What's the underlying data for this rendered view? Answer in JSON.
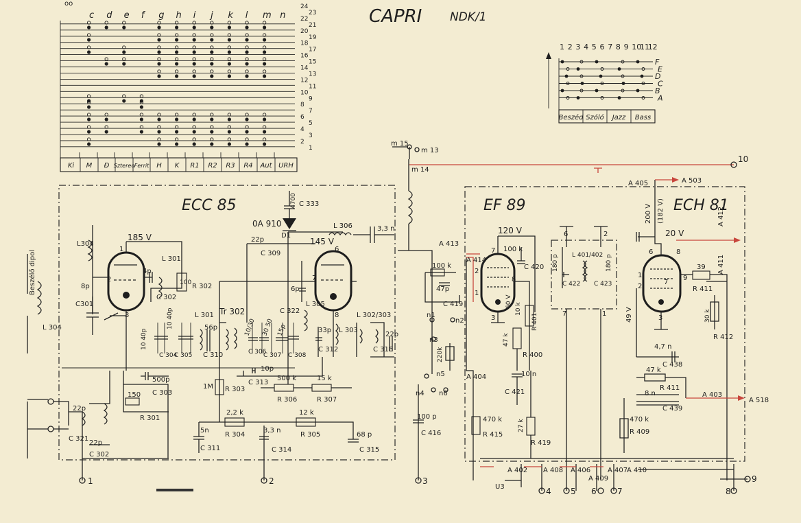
{
  "title": {
    "main": "CAPRI",
    "model": "NDK/1"
  },
  "colors": {
    "paper": "#f3ecd2",
    "ink": "#1e1e1e",
    "red": "#c8463c"
  },
  "switch_matrix": {
    "top_letters": [
      "c",
      "d",
      "e",
      "f",
      "g",
      "h",
      "i",
      "j",
      "k",
      "l",
      "m",
      "n"
    ],
    "right_numbers": [
      "24",
      "23",
      "22",
      "21",
      "20",
      "19",
      "18",
      "17",
      "16",
      "15",
      "14",
      "13",
      "12",
      "11",
      "10",
      "9",
      "8",
      "7",
      "6",
      "5",
      "4",
      "3",
      "2",
      "1"
    ],
    "buttons": [
      "Ki",
      "M",
      "Ð",
      "Sztereo",
      "Ferrit",
      "H",
      "K",
      "R1",
      "R2",
      "R3",
      "R4",
      "Aut",
      "URH"
    ]
  },
  "tone_matrix": {
    "numbers": [
      "1",
      "2",
      "3",
      "4",
      "5",
      "6",
      "7",
      "8",
      "9",
      "10",
      "11",
      "12"
    ],
    "rows": [
      "F",
      "E",
      "D",
      "C",
      "B",
      "A"
    ],
    "buttons": [
      "Beszéd",
      "Szóló",
      "Jazz",
      "Bass"
    ]
  },
  "tubes": {
    "t1": "ECC 85",
    "t2": "EF 89",
    "t3": "ECH 81"
  },
  "labels": {
    "dipol": "Beszélő dipol",
    "l304": "L 304",
    "l304b": "L304",
    "c301": "C301",
    "p8": "8p",
    "v185": "185 V",
    "p4": "4p",
    "c302": "C 302",
    "l301": "L 301",
    "r100": "100",
    "r302": "R 302",
    "p22": "22p",
    "c301b": "C 321",
    "p22b": "22p",
    "c302b": "C 302",
    "c500": "500p",
    "c303": "C 303",
    "r150": "150",
    "r301": "R 301",
    "p10_40": "10 40p",
    "c304": "C 304",
    "c305": "C 305",
    "p10_40b": "10 40p",
    "l301b": "L 301",
    "p56": "56p",
    "c310": "C 310",
    "tr302": "Tr 302",
    "c306": "C 306",
    "c307": "C 307",
    "c308": "C 308",
    "p10_30": "10/30",
    "p30_50": "30 50",
    "p15": "15p",
    "r1m": "1M",
    "r303": "R 303",
    "p10": "10p",
    "c313": "C 313",
    "r500k": "500 k",
    "r306": "R 306",
    "r15k": "15 k",
    "r307": "R 307",
    "n5": "5n",
    "c311": "C 311",
    "r2k2": "2,2 k",
    "r304": "R 304",
    "n33": "3,3 n",
    "c314": "C 314",
    "r12k": "12 k",
    "r305": "R 305",
    "p68": "68 p",
    "c315": "C 315",
    "p22c": "22p",
    "c309": "C 309",
    "v145": "145 V",
    "p6": "6p",
    "c322": "C 322",
    "l305": "L 305",
    "l306": "L 306",
    "p33": "33p",
    "c312": "C 312",
    "l303": "L 303",
    "l302_303": "L 302/303",
    "p22d": "22p",
    "c316": "C 316",
    "oa910": "0A 910",
    "d1": "D1",
    "p4700": "4700",
    "c333": "C 333",
    "n33b": "3,3 n",
    "m15": "m 15",
    "m13": "m 13",
    "m14": "m 14",
    "n10": "10",
    "a413": "A 413",
    "a414": "A 414",
    "k100": "100 k",
    "p47": "47p",
    "c419": "C 419",
    "n1": "n1",
    "n2": "n2",
    "n3": "n3",
    "k220": "220k",
    "n5b": "n5",
    "n4": "n4",
    "n6": "n6",
    "p100": "100 p",
    "c416": "C 416",
    "a404": "A 404",
    "k470": "470 k",
    "r415": "R 415",
    "v120": "120 V",
    "k100b": "100 k",
    "c420": "C 420",
    "v60": "60 V",
    "k10": "10 k",
    "r401": "R 401",
    "k47": "47 k",
    "r400": "R 400",
    "n10b": "10 n",
    "c421": "C 421",
    "k27": "27 k",
    "r419": "R 419",
    "l401": "L 401/402",
    "p180": "180 p",
    "c422": "C 422",
    "p180b": "180 p",
    "c423": "C 423",
    "a405": "A 405",
    "a503": "A 503",
    "v200": "200 V",
    "v182": "(182 V)",
    "v20": "20 V",
    "a412": "A 412",
    "a411": "A 411",
    "r39": "39",
    "r411": "R 411",
    "k30": "30 k",
    "r412": "R 412",
    "v49": "49 V",
    "n47": "4,7 n",
    "c438": "C 438",
    "k47b": "47 k",
    "r411b": "R 411",
    "p8b": "8 n",
    "c439": "C 439",
    "a403": "A 403",
    "a518": "A 518",
    "k470b": "470 k",
    "r409": "R 409",
    "a402": "A 402",
    "a408": "A 408",
    "a406": "A 406",
    "a409": "A 409",
    "a407": "A 407",
    "a410": "A 410",
    "u3": "U3",
    "t1": "1",
    "t2": "2",
    "t3": "3",
    "t4": "4",
    "t5": "5",
    "t6": "6",
    "t7": "7",
    "t8": "8",
    "t9": "9",
    "p7": "7",
    "p3": "3",
    "p1": "1",
    "p2": "2",
    "p6b": "6",
    "p8p": "8",
    "p7b": "7",
    "p9": "9",
    "p6c": "6",
    "p8c": "8",
    "p3c": "3",
    "p2c": "2",
    "p1c": "1",
    "p7c": "7",
    "p9c": "9",
    "p6d": "6",
    "p2d": "2",
    "p7d": "7",
    "p1d": "1"
  }
}
